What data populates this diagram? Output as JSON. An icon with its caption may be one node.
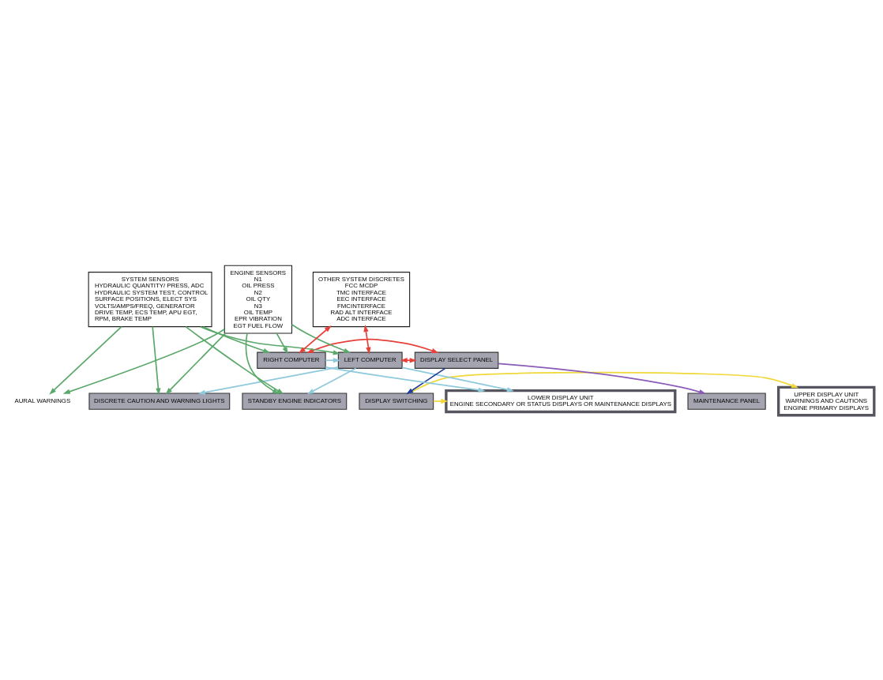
{
  "diagram": {
    "nodes": [
      {
        "text": [
          "DISCRETE CAUTION AND WARNING LIGHTS"
        ]
      },
      {
        "text": [
          "STANDBY ENGINE INDICATORS"
        ]
      },
      {
        "text": [
          "UPPER DISPLAY UNIT",
          "WARNINGS AND CAUTIONS",
          "ENGINE PRIMARY DISPLAYS"
        ]
      },
      {
        "text": [
          "LOWER DISPLAY UNIT",
          "ENGINE SECONDARY OR STATUS DISPLAYS OR MAINTENANCE DISPLAYS"
        ]
      },
      {
        "text": [
          "DISPLAY SWITCHING"
        ]
      },
      {
        "text": [
          "MAINTENANCE PANEL"
        ]
      },
      {
        "text": [
          "LEFT COMPUTER"
        ]
      },
      {
        "text": [
          "DISPLAY SELECT PANEL"
        ]
      },
      {
        "text": [
          "RIGHT COMPUTER"
        ]
      },
      {
        "text": [
          "ENGINE SENSORS",
          "N1",
          "OIL PRESS",
          "N2",
          "OIL QTY",
          "N3",
          "OIL TEMP",
          "EPR VIBRATION",
          "EGT FUEL FLOW"
        ]
      },
      {
        "text": [
          "SYSTEM SENSORS",
          "HYDRAULIC QUANTITY/ PRESS, ADC HYDRAULIC SYSTEM TEST, CONTROL SURFACE POSITIONS, ELECT SYS VOLTS/AMPS/FREQ, GENERATOR DRIVE TEMP, ECS TEMP, APU EGT, RPM, BRAKE TEMP"
        ]
      },
      {
        "text": [
          "OTHER SYSTEM DISCRETES",
          "FCC MCDP",
          "TMC INTERFACE",
          "EEC INTERFACE",
          "FMCINTERFACE",
          "RAD ALT INTERFACE",
          "ADC INTERFACE"
        ]
      },
      {
        "text": [
          "AURAL WARNINGS"
        ]
      }
    ],
    "edges": [
      {
        "from": 9,
        "to": 0,
        "arrow": "to",
        "color": "#5aa86a"
      },
      {
        "from": 9,
        "to": 1,
        "arrow": "to",
        "color": "#5aa86a"
      },
      {
        "from": 9,
        "to": 12,
        "arrow": "to",
        "color": "#5aa86a"
      },
      {
        "from": 9,
        "to": 6,
        "arrow": "to",
        "color": "#5aa86a"
      },
      {
        "from": 9,
        "to": 8,
        "arrow": "to",
        "color": "#5aa86a"
      },
      {
        "from": 10,
        "to": 0,
        "arrow": "to",
        "color": "#5aa86a"
      },
      {
        "from": 10,
        "to": 1,
        "arrow": "to",
        "color": "#5aa86a"
      },
      {
        "from": 10,
        "to": 12,
        "arrow": "to",
        "color": "#5aa86a"
      },
      {
        "from": 10,
        "to": 6,
        "arrow": "to",
        "color": "#5aa86a"
      },
      {
        "from": 10,
        "to": 8,
        "arrow": "to",
        "color": "#5aa86a"
      },
      {
        "from": 6,
        "to": 0,
        "arrow": "to",
        "color": "#8ec9dc"
      },
      {
        "from": 6,
        "to": 1,
        "arrow": "to",
        "color": "#8ec9dc"
      },
      {
        "from": 6,
        "to": 3,
        "arrow": "to",
        "color": "#8ec9dc"
      },
      {
        "from": 8,
        "to": 3,
        "arrow": "to",
        "color": "#8ec9dc"
      },
      {
        "from": 8,
        "to": 6,
        "arrow": "to",
        "color": "#8ec9dc"
      },
      {
        "from": 6,
        "to": 7,
        "arrow": "both",
        "color": "#e8403a"
      },
      {
        "from": 8,
        "to": 7,
        "arrow": "both",
        "color": "#e8403a"
      },
      {
        "from": 11,
        "to": 6,
        "arrow": "both",
        "color": "#e8403a"
      },
      {
        "from": 11,
        "to": 8,
        "arrow": "both",
        "color": "#e8403a"
      },
      {
        "from": 7,
        "to": 4,
        "arrow": "to",
        "color": "#1f3c9c"
      },
      {
        "from": 7,
        "to": 5,
        "arrow": "to",
        "color": "#8a5cb8"
      },
      {
        "from": 4,
        "to": 2,
        "arrow": "to",
        "color": "#f0d83a"
      },
      {
        "from": 4,
        "to": 3,
        "arrow": "to",
        "color": "#f0d83a"
      }
    ]
  }
}
